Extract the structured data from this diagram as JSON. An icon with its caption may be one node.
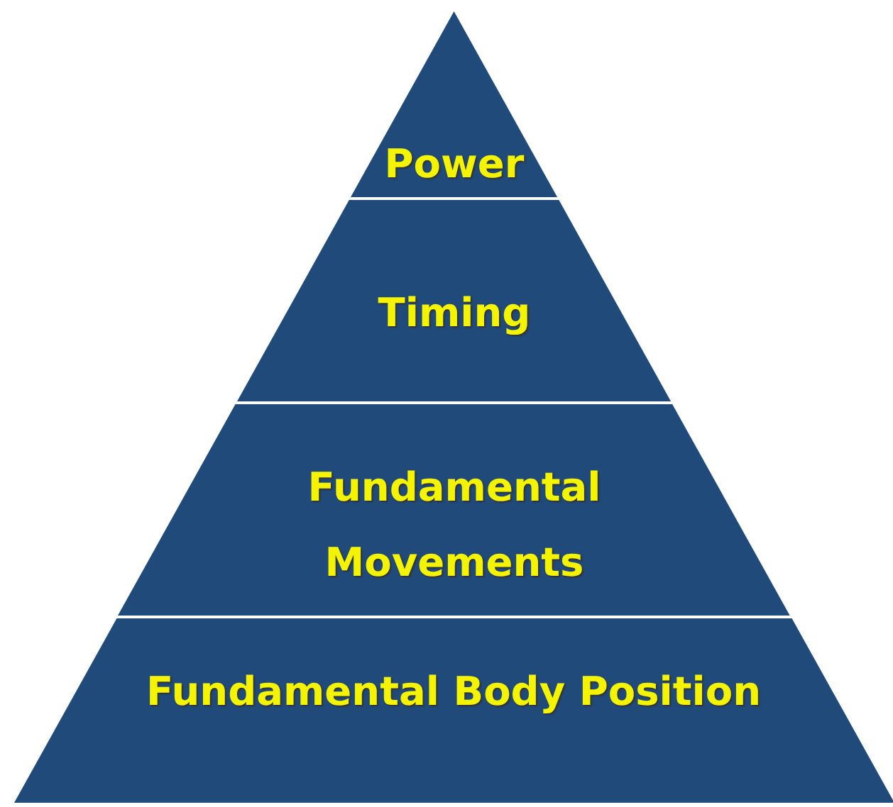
{
  "diagram": {
    "nodes": [
      {
        "text": [
          "Power"
        ]
      },
      {
        "text": [
          "Timing"
        ]
      },
      {
        "text": [
          "Fundamental Movements"
        ]
      },
      {
        "text": [
          "Fundamental Body Position"
        ]
      }
    ]
  }
}
